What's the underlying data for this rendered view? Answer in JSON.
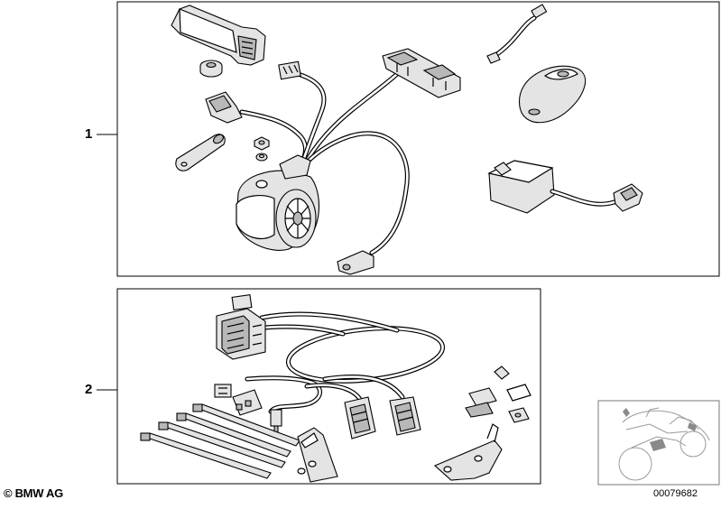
{
  "callouts": [
    {
      "id": "1",
      "label": "1"
    },
    {
      "id": "2",
      "label": "2"
    }
  ],
  "footer": {
    "copyright": "© BMW AG",
    "document_number": "00079682"
  },
  "icons": [
    "alarm-siren-icon",
    "remote-key-fob-icon",
    "wiring-harness-icon",
    "control-module-icon",
    "cable-tie-icon",
    "mounting-bracket-icon",
    "motorcycle-thumbnail-icon"
  ]
}
